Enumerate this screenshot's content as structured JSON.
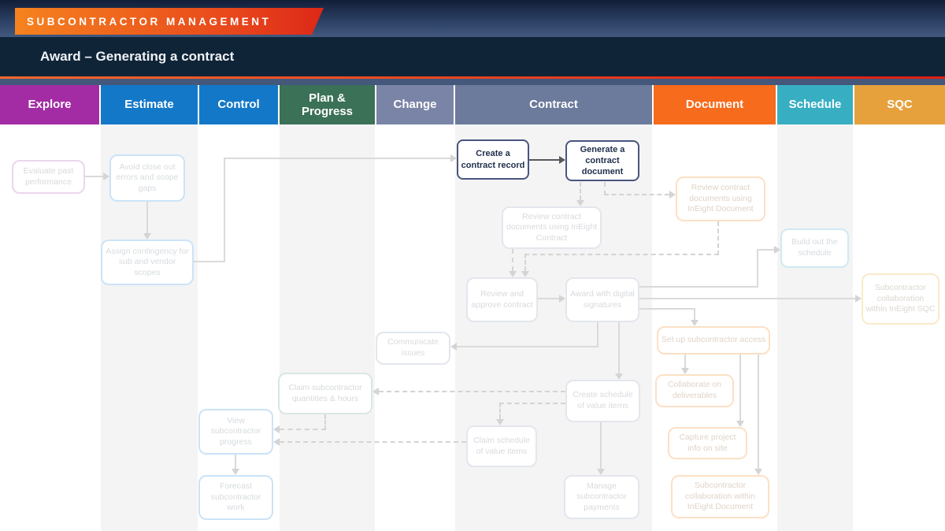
{
  "banner": {
    "label": "SUBCONTRACTOR MANAGEMENT"
  },
  "title": "Award – Generating a contract",
  "lanes": [
    {
      "label": "Explore",
      "color": "#a32ca5"
    },
    {
      "label": "Estimate",
      "color": "#1478c8"
    },
    {
      "label": "Control",
      "color": "#1478c8"
    },
    {
      "label": "Plan & Progress",
      "color": "#3b7157"
    },
    {
      "label": "Change",
      "color": "#7a84a7"
    },
    {
      "label": "Contract",
      "color": "#6c7a9c"
    },
    {
      "label": "Document",
      "color": "#f76b1c"
    },
    {
      "label": "Schedule",
      "color": "#38aec3"
    },
    {
      "label": "SQC",
      "color": "#e6a13c"
    }
  ],
  "palette": {
    "banner_gradient_start": "#f5821e",
    "banner_gradient_end": "#dc2818",
    "title_bar": "#102438",
    "accent_rule_start": "#f2692b",
    "accent_rule_end": "#e01d13",
    "slate_band": "#44587b",
    "lane_stripe": "#f4f4f5",
    "active_border": "#49557f",
    "active_text": "#22304e",
    "faded_connector": "#d4d4d4",
    "active_connector": "#55595e"
  },
  "nodes": {
    "evaluate_past_performance": {
      "label": "Evaluate past performance",
      "lane": "Explore",
      "state": "faded"
    },
    "avoid_close_out": {
      "label": "Avoid close out errors and scope gaps",
      "lane": "Estimate",
      "state": "faded"
    },
    "assign_contingency": {
      "label": "Assign contingency for sub and vendor scopes",
      "lane": "Estimate",
      "state": "faded"
    },
    "create_contract_record": {
      "label": "Create a contract record",
      "lane": "Contract",
      "state": "active"
    },
    "generate_contract_document": {
      "label": "Generate a contract document",
      "lane": "Contract",
      "state": "active"
    },
    "review_docs_contract": {
      "label": "Review contract documents using InEight Contract",
      "lane": "Contract",
      "state": "faded"
    },
    "review_docs_document": {
      "label": "Review contract documents using InEight Document",
      "lane": "Document",
      "state": "faded"
    },
    "build_out_schedule": {
      "label": "Build out the schedule",
      "lane": "Schedule",
      "state": "faded"
    },
    "sqc_collaboration": {
      "label": "Subcontractor collaboration within InEight SQC",
      "lane": "SQC",
      "state": "faded"
    },
    "review_approve_contract": {
      "label": "Review and approve contract",
      "lane": "Contract",
      "state": "faded"
    },
    "award_digital_signatures": {
      "label": "Award with digital signatures",
      "lane": "Contract",
      "state": "faded"
    },
    "communicate_issues": {
      "label": "Communicate issues",
      "lane": "Change",
      "state": "faded"
    },
    "setup_subcontractor_access": {
      "label": "Set up subcontractor access",
      "lane": "Document",
      "state": "faded"
    },
    "collaborate_deliverables": {
      "label": "Collaborate on deliverables",
      "lane": "Document",
      "state": "faded"
    },
    "capture_project_info": {
      "label": "Capture project info on site",
      "lane": "Document",
      "state": "faded"
    },
    "document_collaboration": {
      "label": "Subcontractor collaboration within InEight Document",
      "lane": "Document",
      "state": "faded"
    },
    "claim_quantities_hours": {
      "label": "Claim subcontractor quantities & hours",
      "lane": "Plan & Progress",
      "state": "faded"
    },
    "view_subcontractor_progress": {
      "label": "View subcontractor progress",
      "lane": "Control",
      "state": "faded"
    },
    "forecast_subcontractor_work": {
      "label": "Forecast subcontractor work",
      "lane": "Control",
      "state": "faded"
    },
    "claim_schedule_value_items": {
      "label": "Claim schedule of value items",
      "lane": "Change",
      "state": "faded"
    },
    "create_schedule_value_items": {
      "label": "Create schedule of value items",
      "lane": "Contract",
      "state": "faded"
    },
    "manage_subcontractor_payments": {
      "label": "Manage subcontractor payments",
      "lane": "Contract",
      "state": "faded"
    }
  }
}
